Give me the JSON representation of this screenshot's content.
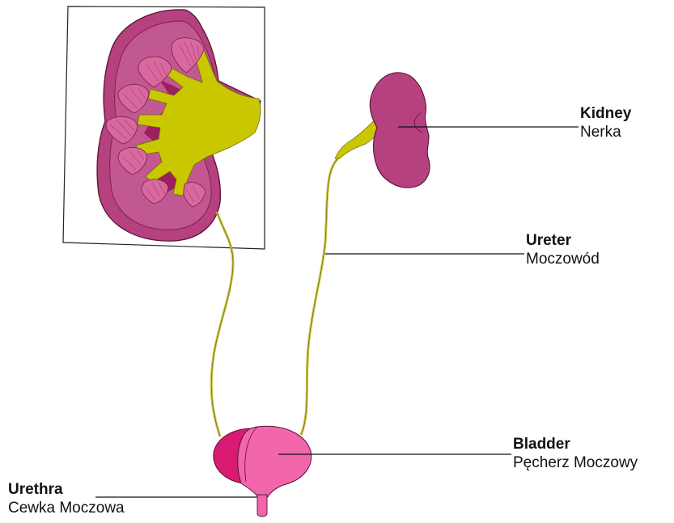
{
  "labels": {
    "kidney": {
      "en": "Kidney",
      "pl": "Nerka"
    },
    "ureter": {
      "en": "Ureter",
      "pl": "Moczowód"
    },
    "bladder": {
      "en": "Bladder",
      "pl": "Pęcherz Moczowy"
    },
    "urethra": {
      "en": "Urethra",
      "pl": "Cewka Moczowa"
    }
  },
  "colors": {
    "kidney": "#b5417f",
    "kidney_cortex": "#c25892",
    "pyramid": "#d7699f",
    "pyramid_dark": "#9e1f5f",
    "pelvis": "#c9c800",
    "ureter": "#c8c23c",
    "bladder_front": "#f266ab",
    "bladder_back": "#d91a73",
    "leader_line": "#111111"
  }
}
